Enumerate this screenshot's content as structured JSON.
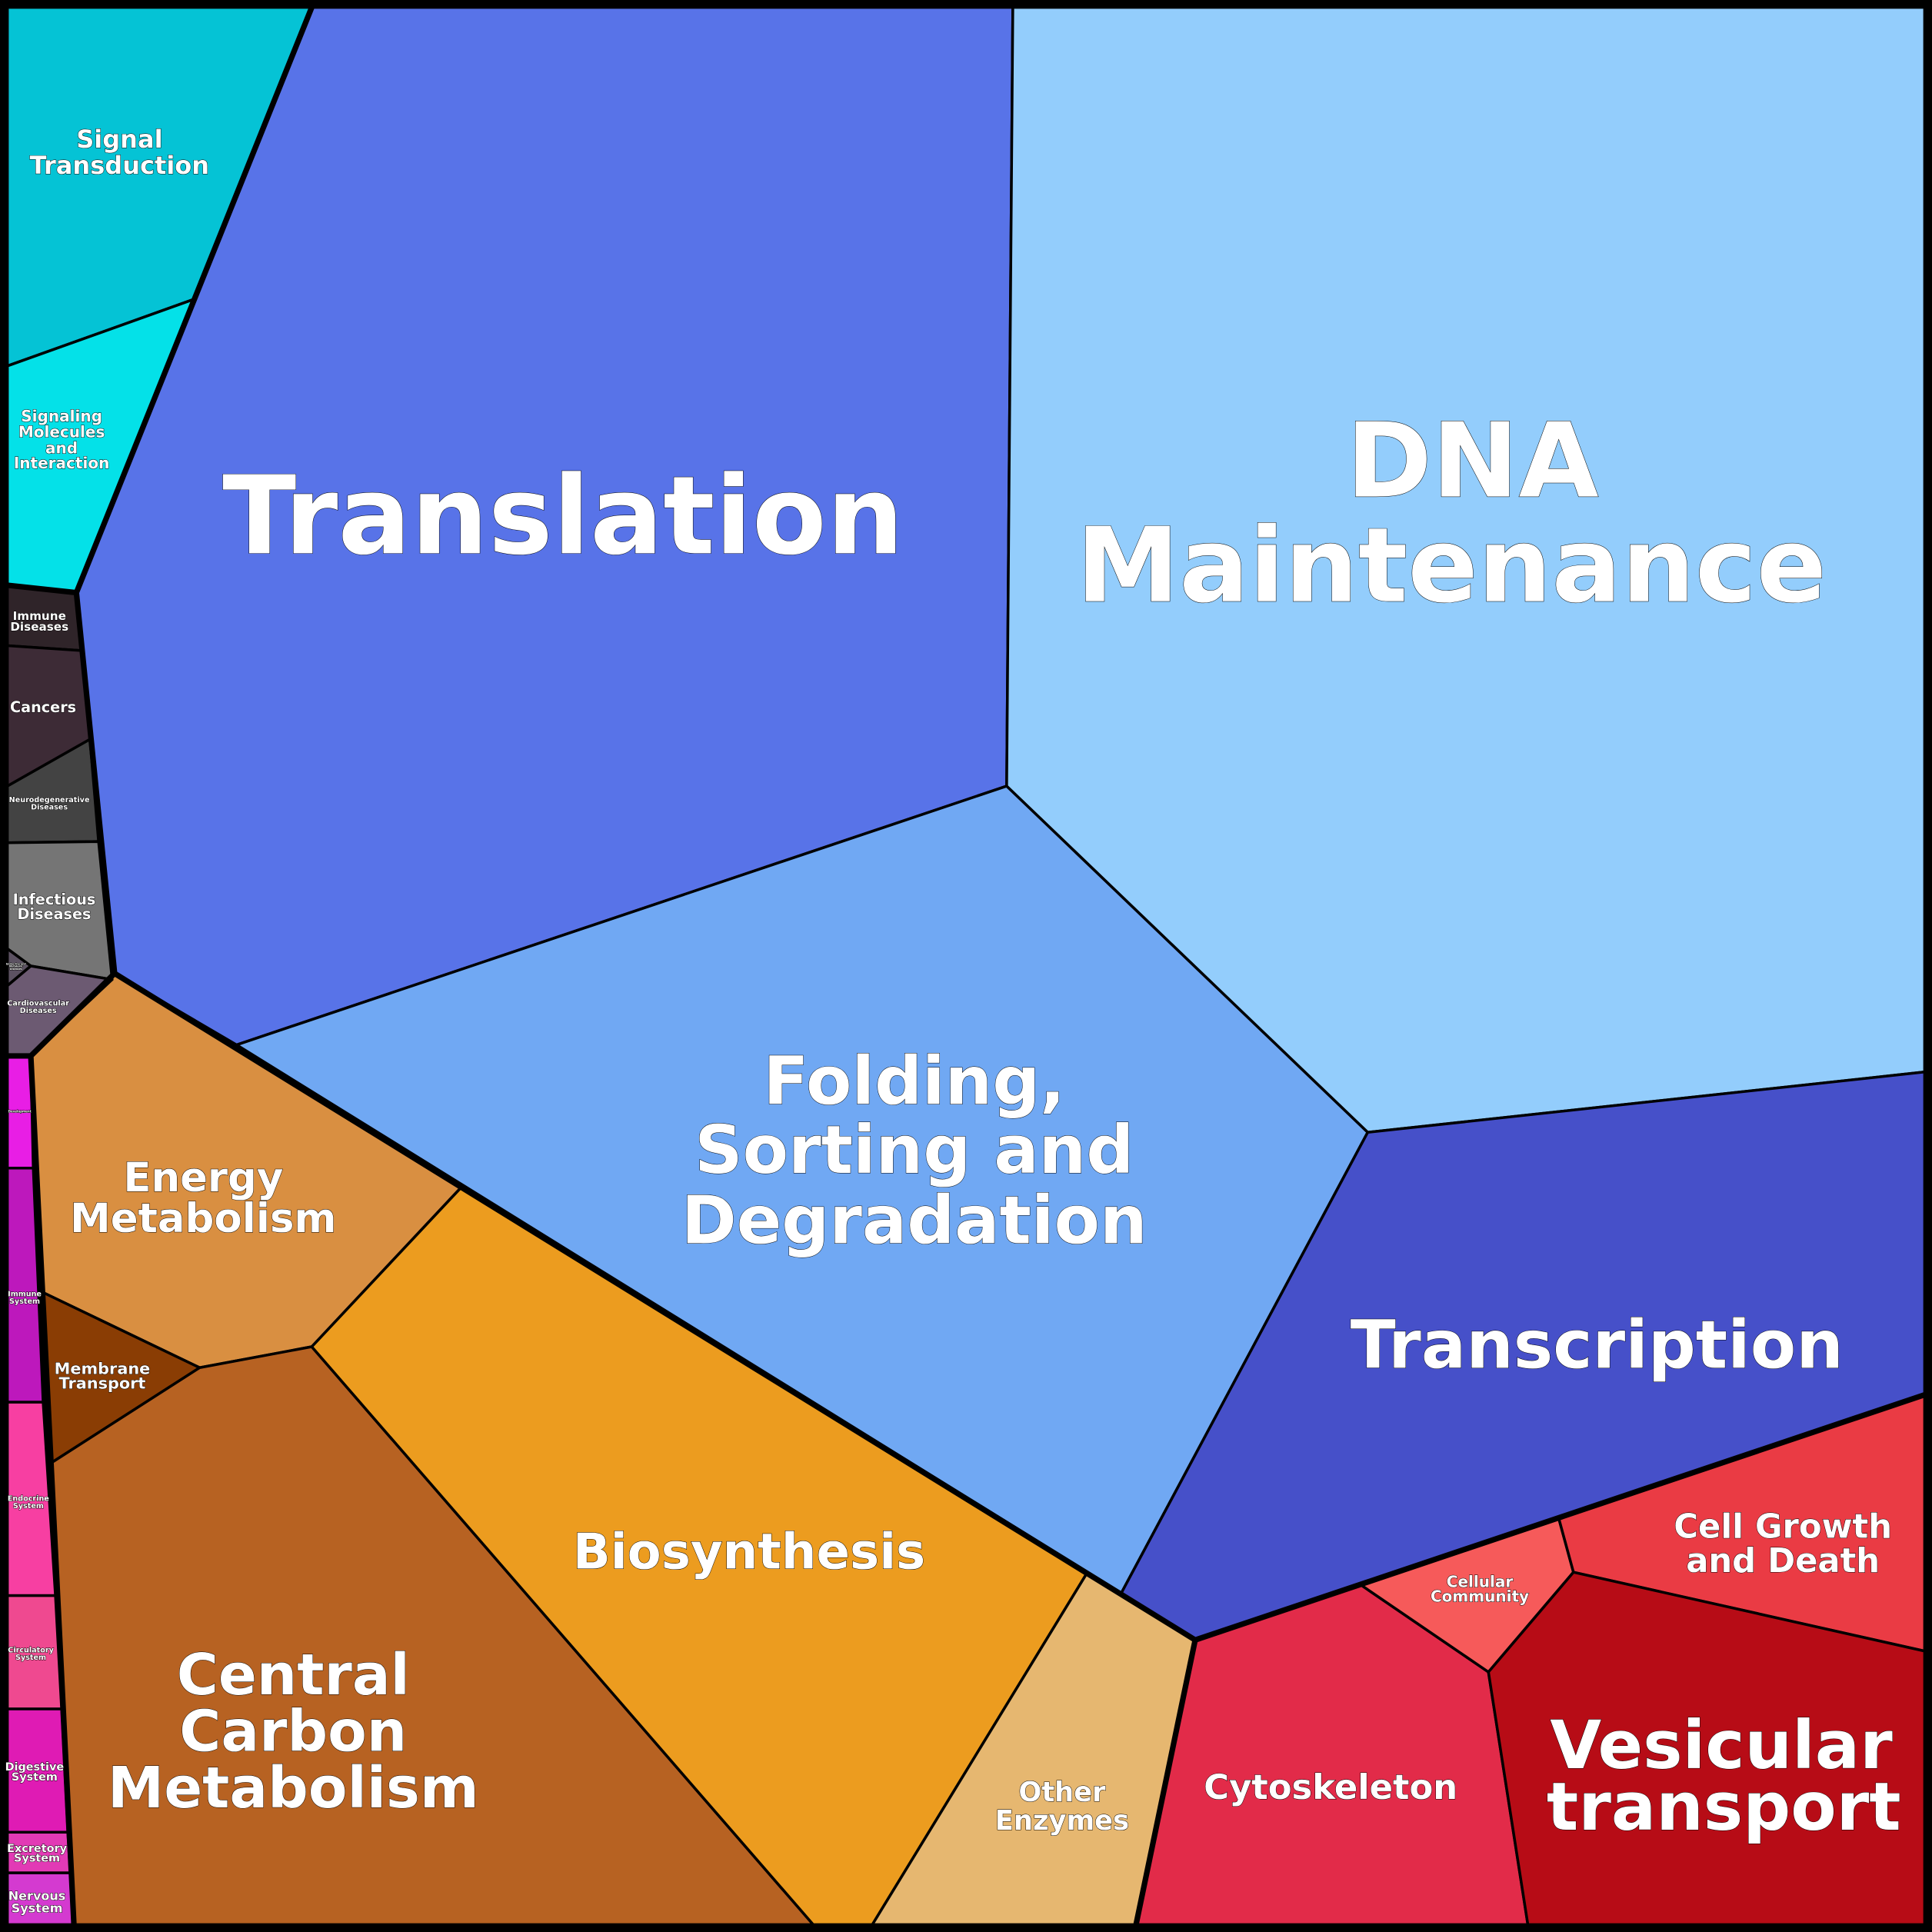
{
  "colors": {
    "signal_transduction": "#05c3d5",
    "signaling_molecules": "#04e1e8",
    "translation": "#5873e8",
    "dna_maintenance": "#93cdfc",
    "folding": "#70a8f3",
    "transcription": "#4650c9",
    "energy_metabolism": "#d98f41",
    "membrane_transport": "#8a3d04",
    "central_carbon": "#b76222",
    "biosynthesis": "#ec9c1f",
    "other_enzymes": "#e6b770",
    "cytoskeleton": "#e22b49",
    "cellular_community": "#f65a5a",
    "cell_growth": "#ea3b44",
    "vesicular_transport": "#b70c16"
  },
  "cells": {
    "signal_transduction": [
      "Signal",
      "Transduction"
    ],
    "signaling_molecules": [
      "Signaling",
      "Molecules",
      "and",
      "Interaction"
    ],
    "translation": [
      "Translation"
    ],
    "dna_maintenance": [
      "DNA",
      "Maintenance"
    ],
    "folding": [
      "Folding,",
      "Sorting and",
      "Degradation"
    ],
    "transcription": [
      "Transcription"
    ],
    "energy_metabolism": [
      "Energy",
      "Metabolism"
    ],
    "membrane_transport": [
      "Membrane",
      "Transport"
    ],
    "central_carbon": [
      "Central",
      "Carbon",
      "Metabolism"
    ],
    "biosynthesis": [
      "Biosynthesis"
    ],
    "other_enzymes": [
      "Other",
      "Enzymes"
    ],
    "cytoskeleton": [
      "Cytoskeleton"
    ],
    "cellular_community": [
      "Cellular",
      "Community"
    ],
    "cell_growth": [
      "Cell Growth",
      "and Death"
    ],
    "vesicular_transport": [
      "Vesicular",
      "transport"
    ],
    "immune_diseases": [
      "Immune",
      "Diseases"
    ],
    "cancers": [
      "Cancers"
    ],
    "neurodegenerative": [
      "Neurodegenerative",
      "Diseases"
    ],
    "infectious": [
      "Infectious",
      "Diseases"
    ],
    "endocrine_metabolic": [
      "Endocrine and",
      "Metabolic",
      "Diseases"
    ],
    "cardiovascular": [
      "Cardiovascular",
      "Diseases"
    ],
    "development": [
      "Development"
    ],
    "immune_system": [
      "Immune",
      "System"
    ],
    "endocrine_system": [
      "Endocrine",
      "System"
    ],
    "circulatory_system": [
      "Circulatory",
      "System"
    ],
    "digestive_system": [
      "Digestive",
      "System"
    ],
    "excretory_system": [
      "Excretory",
      "System"
    ],
    "nervous_system": [
      "Nervous",
      "System"
    ]
  }
}
